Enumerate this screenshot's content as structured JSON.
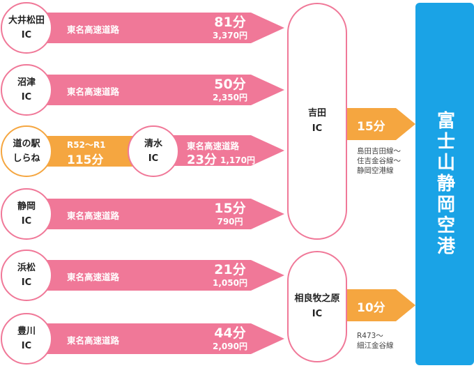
{
  "colors": {
    "pink": "#f07898",
    "orange": "#f5a640",
    "blue": "#1aa3e6"
  },
  "routes": [
    {
      "ic_line1": "大井松田",
      "ic_line2": "IC",
      "road": "東名高速道路",
      "time": "81分",
      "price": "3,370円"
    },
    {
      "ic_line1": "沼津",
      "ic_line2": "IC",
      "road": "東名高速道路",
      "time": "50分",
      "price": "2,350円"
    },
    {
      "ic_line1": "静岡",
      "ic_line2": "IC",
      "road": "東名高速道路",
      "time": "15分",
      "price": "790円"
    },
    {
      "ic_line1": "浜松",
      "ic_line2": "IC",
      "road": "東名高速道路",
      "time": "21分",
      "price": "1,050円"
    },
    {
      "ic_line1": "豊川",
      "ic_line2": "IC",
      "road": "東名高速道路",
      "time": "44分",
      "price": "2,090円"
    }
  ],
  "michinoeki": {
    "line1": "道の駅",
    "line2": "しらね",
    "road": "R52〜R1",
    "time": "115分",
    "via_line1": "清水",
    "via_line2": "IC",
    "road2": "東名高速道路",
    "time2": "23分",
    "price2": "1,170円"
  },
  "yoshida": {
    "line1": "吉田",
    "line2": "IC",
    "time": "15分",
    "notes": [
      "島田吉田線〜",
      "住吉金谷線〜",
      "静岡空港線"
    ]
  },
  "sagara": {
    "line1": "相良牧之原",
    "line2": "IC",
    "time": "10分",
    "notes": [
      "R473〜",
      "細江金谷線"
    ]
  },
  "airport": "富士山静岡空港"
}
